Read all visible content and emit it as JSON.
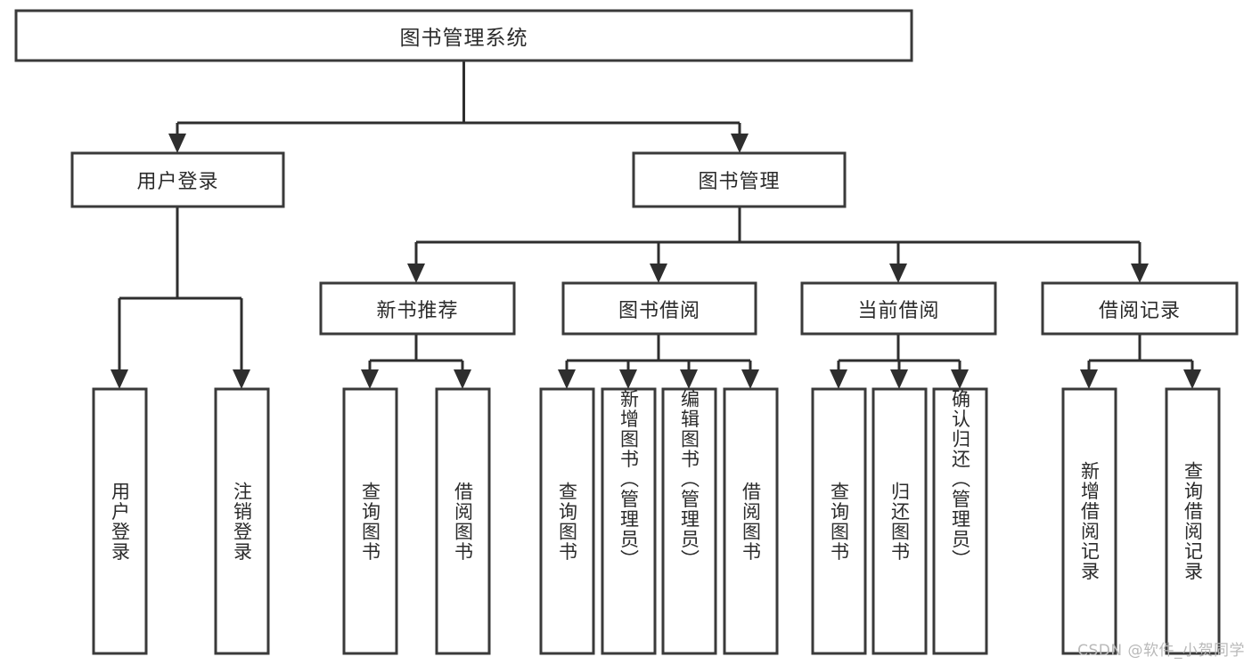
{
  "diagram": {
    "type": "tree-hierarchy",
    "title": "图书管理系统",
    "background_color": "#ffffff",
    "box_stroke_color": "#3a3a3a",
    "connector_color": "#2e2e2e",
    "text_color": "#2b2b2b",
    "root": {
      "label": "图书管理系统"
    },
    "level2": [
      {
        "label": "用户登录"
      },
      {
        "label": "图书管理"
      }
    ],
    "level3": [
      {
        "label": "新书推荐"
      },
      {
        "label": "图书借阅"
      },
      {
        "label": "当前借阅"
      },
      {
        "label": "借阅记录"
      }
    ],
    "leaves": {
      "user_login": [
        {
          "label": "用户登录"
        },
        {
          "label": "注销登录"
        }
      ],
      "new_book_recommend": [
        {
          "label": "查询图书"
        },
        {
          "label": "借阅图书"
        }
      ],
      "book_borrow": [
        {
          "label": "查询图书"
        },
        {
          "label": "新增图书（管理员）"
        },
        {
          "label": "编辑图书（管理员）"
        },
        {
          "label": "借阅图书"
        }
      ],
      "current_borrow": [
        {
          "label": "查询图书"
        },
        {
          "label": "归还图书"
        },
        {
          "label": "确认归还（管理员）"
        }
      ],
      "borrow_record": [
        {
          "label": "新增借阅记录"
        },
        {
          "label": "查询借阅记录"
        }
      ]
    }
  },
  "watermark": {
    "text": "CSDN @软件_小贺同学",
    "color": "#b9b9b9"
  }
}
